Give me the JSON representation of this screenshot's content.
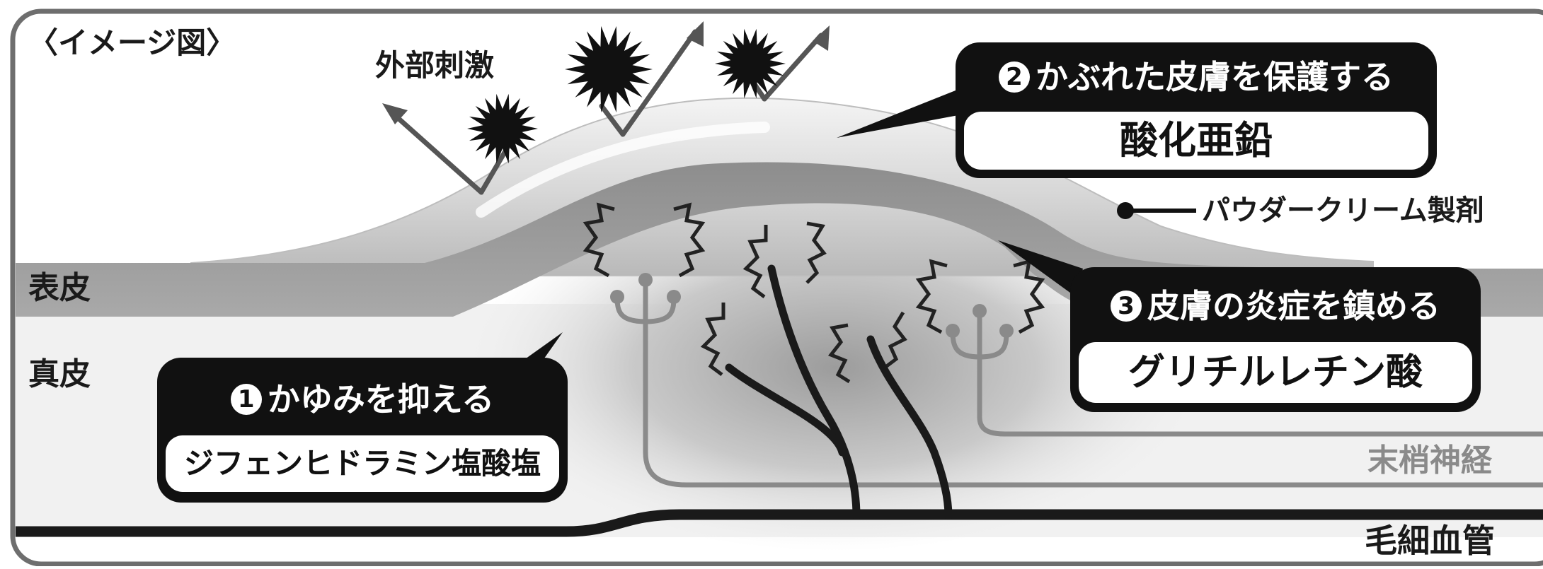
{
  "title": "〈イメージ図〉",
  "stimulus_label": "外部刺激",
  "layers": {
    "epidermis": "表皮",
    "dermis": "真皮",
    "nerve": "末梢神経",
    "capillary": "毛細血管"
  },
  "cream_label": "パウダークリーム製剤",
  "callouts": [
    {
      "number": "1",
      "heading": "かゆみを抑える",
      "ingredient": "ジフェンヒドラミン塩酸塩"
    },
    {
      "number": "2",
      "heading": "かぶれた皮膚を保護する",
      "ingredient": "酸化亜鉛"
    },
    {
      "number": "3",
      "heading": "皮膚の炎症を鎮める",
      "ingredient": "グリチルレチン酸"
    }
  ],
  "colors": {
    "frame": "#6e6e6e",
    "callout": "#111111",
    "epidermis": "#9a9a9a",
    "nerve": "#8a8a8a"
  }
}
